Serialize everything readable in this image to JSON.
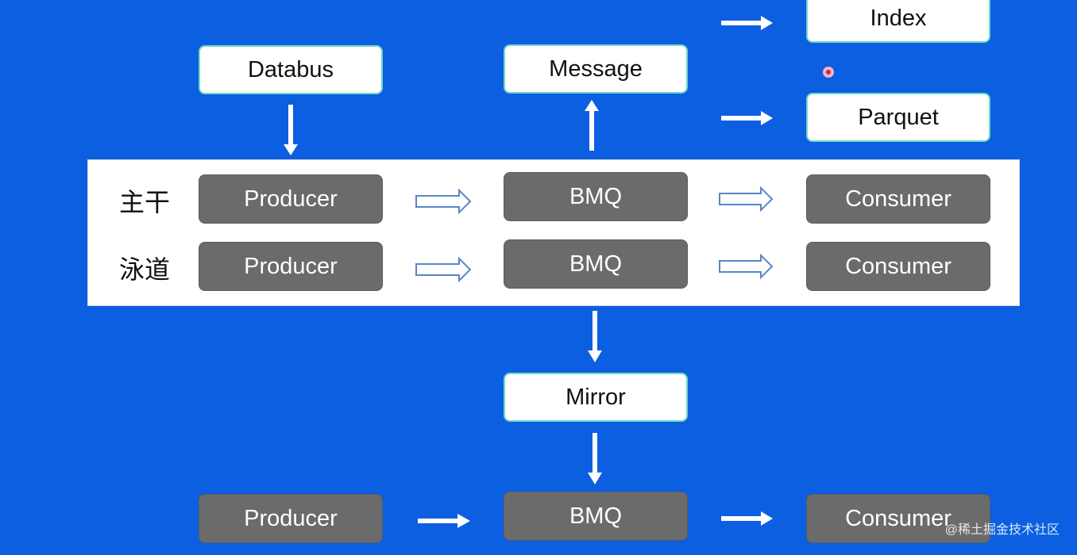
{
  "top": {
    "databus": "Databus",
    "message": "Message",
    "index": "Index",
    "parquet": "Parquet"
  },
  "lanes": [
    {
      "label": "主干",
      "producer": "Producer",
      "bmq": "BMQ",
      "consumer": "Consumer"
    },
    {
      "label": "泳道",
      "producer": "Producer",
      "bmq": "BMQ",
      "consumer": "Consumer"
    }
  ],
  "mirror": "Mirror",
  "bottom": {
    "producer": "Producer",
    "bmq": "BMQ",
    "consumer": "Consumer"
  },
  "watermark": "@稀土掘金技术社区",
  "colors": {
    "background": "#0b5fe0",
    "node_gray": "#6b6b6b",
    "node_white": "#ffffff",
    "node_border": "#6fd7c6"
  }
}
